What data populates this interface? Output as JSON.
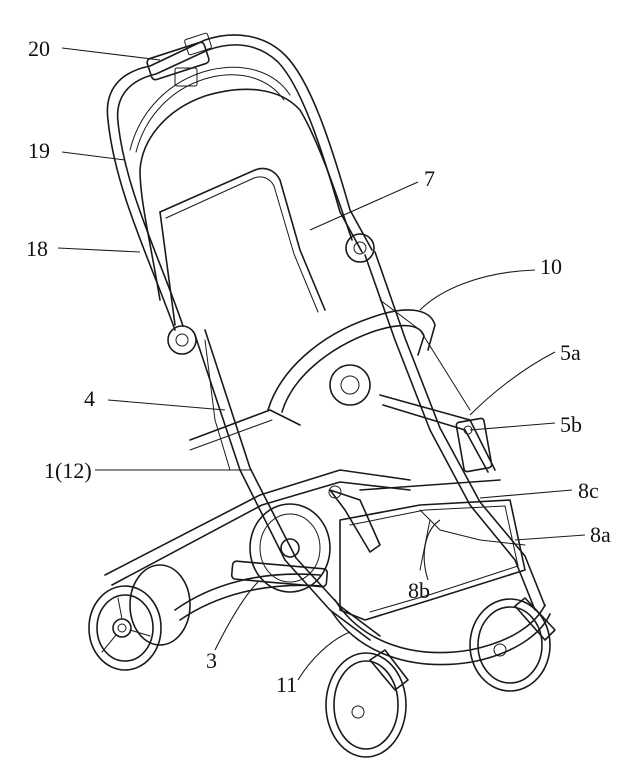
{
  "figure": {
    "labels": {
      "l20": "20",
      "l19": "19",
      "l18": "18",
      "l7": "7",
      "l10": "10",
      "l5a": "5a",
      "l4": "4",
      "l5b": "5b",
      "l1": "1(12)",
      "l8c": "8c",
      "l8a": "8a",
      "l8b": "8b",
      "l3": "3",
      "l11": "11"
    },
    "colors": {
      "line": "#1a1a1a",
      "background": "#ffffff"
    }
  }
}
